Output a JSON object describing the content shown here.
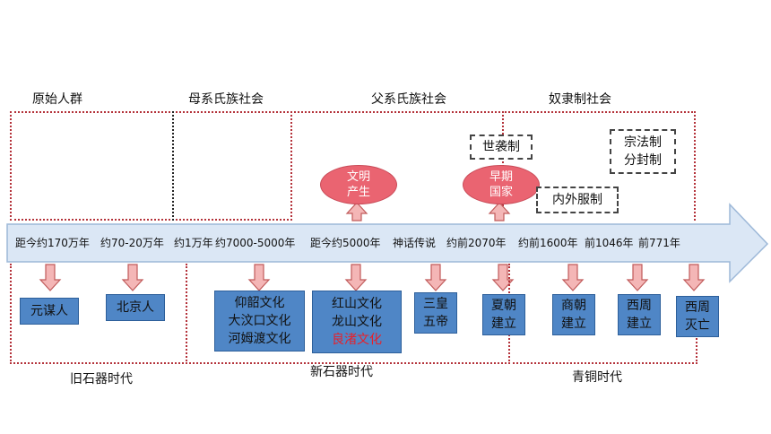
{
  "periods": {
    "primitive": "原始人群",
    "matriarchal": "母系氏族社会",
    "patriarchal": "父系氏族社会",
    "slavery": "奴隶制社会"
  },
  "timeline": [
    "距今约170万年",
    "约70-20万年",
    "约1万年",
    "约7000-5000年",
    "距今约5000年",
    "神话传说",
    "约前2070年",
    "约前1600年",
    "前1046年",
    "前771年"
  ],
  "events": {
    "yuanmou": "元谋人",
    "beijing": "北京人",
    "culture1": [
      "仰韶文化",
      "大汶口文化",
      "河姆渡文化"
    ],
    "culture2": [
      "红山文化",
      "龙山文化"
    ],
    "liangzhu": "良渚文化",
    "sanhuang": [
      "三皇",
      "五帝"
    ],
    "xia": [
      "夏朝",
      "建立"
    ],
    "shang": [
      "商朝",
      "建立"
    ],
    "xizhou_founded": [
      "西周",
      "建立"
    ],
    "xizhou_fall": [
      "西周",
      "灭亡"
    ]
  },
  "ovals": {
    "civilization": [
      "文明",
      "产生"
    ],
    "early_state": [
      "早期",
      "国家"
    ]
  },
  "systems": {
    "hereditary": "世袭制",
    "inner_outer": "内外服制",
    "clan": [
      "宗法制",
      "分封制"
    ]
  },
  "eras": {
    "paleolithic": "旧石器时代",
    "neolithic": "新石器时代",
    "bronze": "青铜时代"
  },
  "colors": {
    "box_blue": "#4f86c6",
    "oval_pink": "#ea6471",
    "arrow_pink": "#f4b6b6",
    "timeline_blue": "#dbe7f5",
    "dotted_red": "#b4323a",
    "highlight_red": "#e8202a"
  }
}
